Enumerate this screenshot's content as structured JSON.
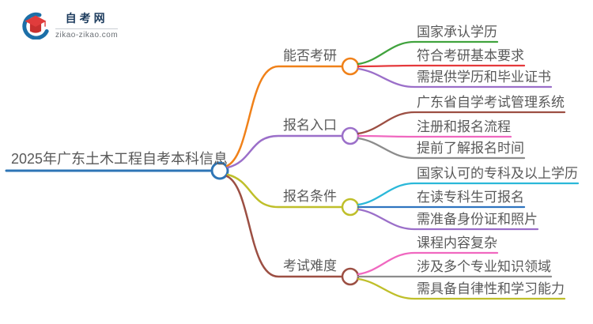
{
  "logo": {
    "site_name": "自考网",
    "site_url": "zikao-zikao.com",
    "cap_color": "#e03c3c",
    "cap_edge_color": "#c8302f",
    "swoosh_color": "#1c6fa8"
  },
  "mindmap": {
    "root": {
      "label": "2025年广东土木工程自考本科信息",
      "color": "#2e75b6"
    },
    "branches": [
      {
        "label": "能否考研",
        "color": "#f08119",
        "children": [
          {
            "label": "国家承认学历",
            "color": "#41a33e"
          },
          {
            "label": "符合考研基本要求",
            "color": "#e5393c"
          },
          {
            "label": "需提供学历和毕业证书",
            "color": "#9b6fc9"
          }
        ]
      },
      {
        "label": "报名入口",
        "color": "#9b6fc9",
        "children": [
          {
            "label": "广东省自学考试管理系统",
            "color": "#9c4f43"
          },
          {
            "label": "注册和报名流程",
            "color": "#f068c0"
          },
          {
            "label": "提前了解报名时间",
            "color": "#8c8c8c"
          }
        ]
      },
      {
        "label": "报名条件",
        "color": "#bfbf2a",
        "children": [
          {
            "label": "国家认可的专科及以上学历",
            "color": "#2bb8d9"
          },
          {
            "label": "在读专科生可报名",
            "color": "#2e74c0"
          },
          {
            "label": "需准备身份证和照片",
            "color": "#9b6fc9"
          }
        ]
      },
      {
        "label": "考试难度",
        "color": "#9c4f43",
        "children": [
          {
            "label": "课程内容复杂",
            "color": "#f068c0"
          },
          {
            "label": "涉及多个专业知识领域",
            "color": "#8c8c8c"
          },
          {
            "label": "需具备自律性和学习能力",
            "color": "#bfbf2a"
          }
        ]
      }
    ]
  }
}
